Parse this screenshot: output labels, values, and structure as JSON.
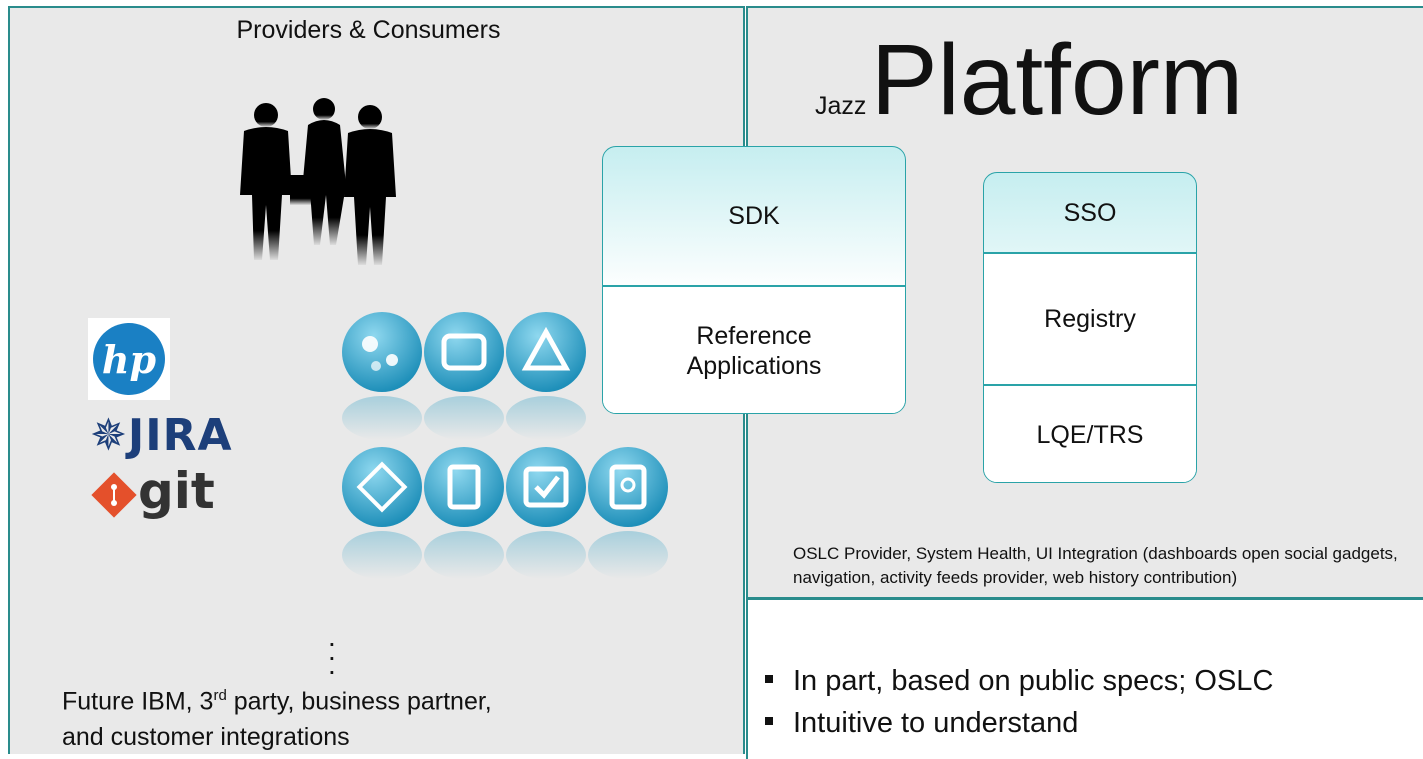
{
  "left_panel": {
    "title": "Providers & Consumers",
    "logos": [
      "hp",
      "JIRA",
      "git"
    ],
    "app_icons": [
      "app-icon-1",
      "app-icon-2",
      "app-icon-3",
      "app-icon-4",
      "app-icon-5",
      "app-icon-6",
      "app-icon-7"
    ],
    "future_line1_pre": "Future IBM, 3",
    "future_line1_sup": "rd",
    "future_line1_post": " party, business partner,",
    "future_line2": "and customer integrations"
  },
  "platform": {
    "prefix": "Jazz",
    "title": "Platform"
  },
  "sdk_box": {
    "top": "SDK",
    "bottom_line1": "Reference",
    "bottom_line2": "Applications"
  },
  "services_box": {
    "items": [
      "SSO",
      "Registry",
      "LQE/TRS"
    ]
  },
  "oslc_text": "OSLC Provider, System Health, UI Integration (dashboards open social gadgets, navigation, activity feeds provider, web history contribution)",
  "bullets": [
    "In part, based on public specs; OSLC",
    "Intuitive to understand"
  ],
  "colors": {
    "border": "#2a8c8c",
    "panel_bg": "#e9e9e9",
    "box_border": "#2aa3a8",
    "icon_teal": "#2f9fc4"
  }
}
